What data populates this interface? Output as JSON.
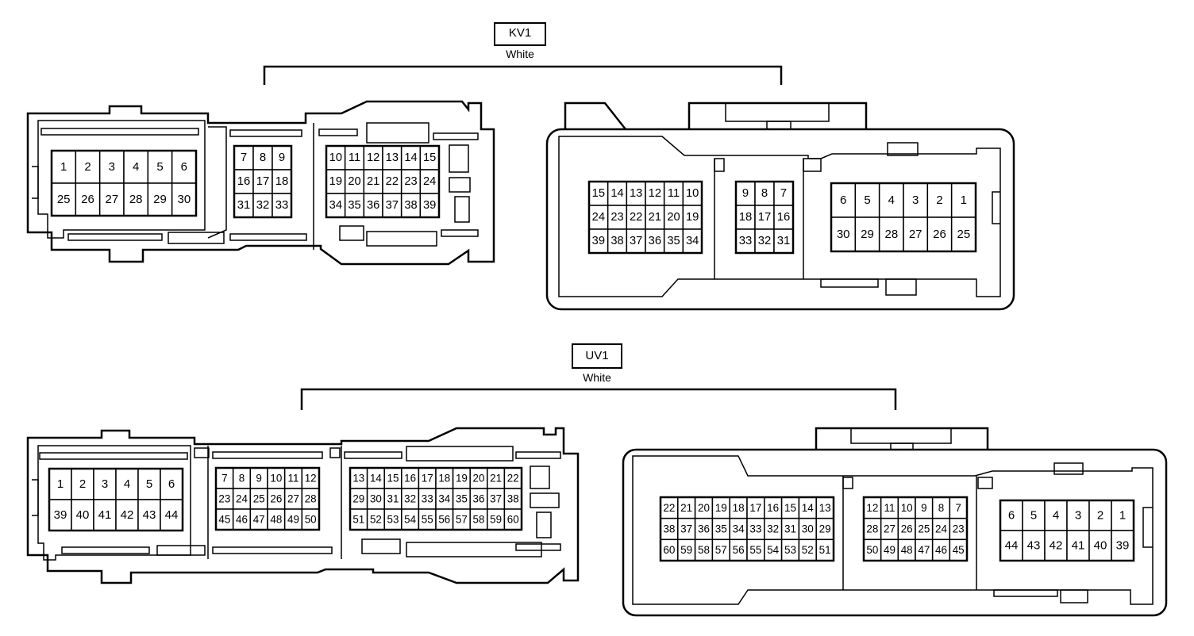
{
  "connectors": [
    {
      "id": "KV1",
      "color": "White",
      "harness_side": {
        "blocks": [
          {
            "rows": [
              [
                "1",
                "2",
                "3",
                "4",
                "5",
                "6"
              ],
              [
                "25",
                "26",
                "27",
                "28",
                "29",
                "30"
              ]
            ]
          },
          {
            "rows": [
              [
                "7",
                "8",
                "9"
              ],
              [
                "16",
                "17",
                "18"
              ],
              [
                "31",
                "32",
                "33"
              ]
            ]
          },
          {
            "rows": [
              [
                "10",
                "11",
                "12",
                "13",
                "14",
                "15"
              ],
              [
                "19",
                "20",
                "21",
                "22",
                "23",
                "24"
              ],
              [
                "34",
                "35",
                "36",
                "37",
                "38",
                "39"
              ]
            ]
          }
        ]
      },
      "device_side": {
        "blocks": [
          {
            "rows": [
              [
                "15",
                "14",
                "13",
                "12",
                "11",
                "10"
              ],
              [
                "24",
                "23",
                "22",
                "21",
                "20",
                "19"
              ],
              [
                "39",
                "38",
                "37",
                "36",
                "35",
                "34"
              ]
            ]
          },
          {
            "rows": [
              [
                "9",
                "8",
                "7"
              ],
              [
                "18",
                "17",
                "16"
              ],
              [
                "33",
                "32",
                "31"
              ]
            ]
          },
          {
            "rows": [
              [
                "6",
                "5",
                "4",
                "3",
                "2",
                "1"
              ],
              [
                "30",
                "29",
                "28",
                "27",
                "26",
                "25"
              ]
            ]
          }
        ]
      }
    },
    {
      "id": "UV1",
      "color": "White",
      "harness_side": {
        "blocks": [
          {
            "rows": [
              [
                "1",
                "2",
                "3",
                "4",
                "5",
                "6"
              ],
              [
                "39",
                "40",
                "41",
                "42",
                "43",
                "44"
              ]
            ]
          },
          {
            "rows": [
              [
                "7",
                "8",
                "9",
                "10",
                "11",
                "12"
              ],
              [
                "23",
                "24",
                "25",
                "26",
                "27",
                "28"
              ],
              [
                "45",
                "46",
                "47",
                "48",
                "49",
                "50"
              ]
            ]
          },
          {
            "rows": [
              [
                "13",
                "14",
                "15",
                "16",
                "17",
                "18",
                "19",
                "20",
                "21",
                "22"
              ],
              [
                "29",
                "30",
                "31",
                "32",
                "33",
                "34",
                "35",
                "36",
                "37",
                "38"
              ],
              [
                "51",
                "52",
                "53",
                "54",
                "55",
                "56",
                "57",
                "58",
                "59",
                "60"
              ]
            ]
          }
        ]
      },
      "device_side": {
        "blocks": [
          {
            "rows": [
              [
                "22",
                "21",
                "20",
                "19",
                "18",
                "17",
                "16",
                "15",
                "14",
                "13"
              ],
              [
                "38",
                "37",
                "36",
                "35",
                "34",
                "33",
                "32",
                "31",
                "30",
                "29"
              ],
              [
                "60",
                "59",
                "58",
                "57",
                "56",
                "55",
                "54",
                "53",
                "52",
                "51"
              ]
            ]
          },
          {
            "rows": [
              [
                "12",
                "11",
                "10",
                "9",
                "8",
                "7"
              ],
              [
                "28",
                "27",
                "26",
                "25",
                "24",
                "23"
              ],
              [
                "50",
                "49",
                "48",
                "47",
                "46",
                "45"
              ]
            ]
          },
          {
            "rows": [
              [
                "6",
                "5",
                "4",
                "3",
                "2",
                "1"
              ],
              [
                "44",
                "43",
                "42",
                "41",
                "40",
                "39"
              ]
            ]
          }
        ]
      }
    }
  ]
}
